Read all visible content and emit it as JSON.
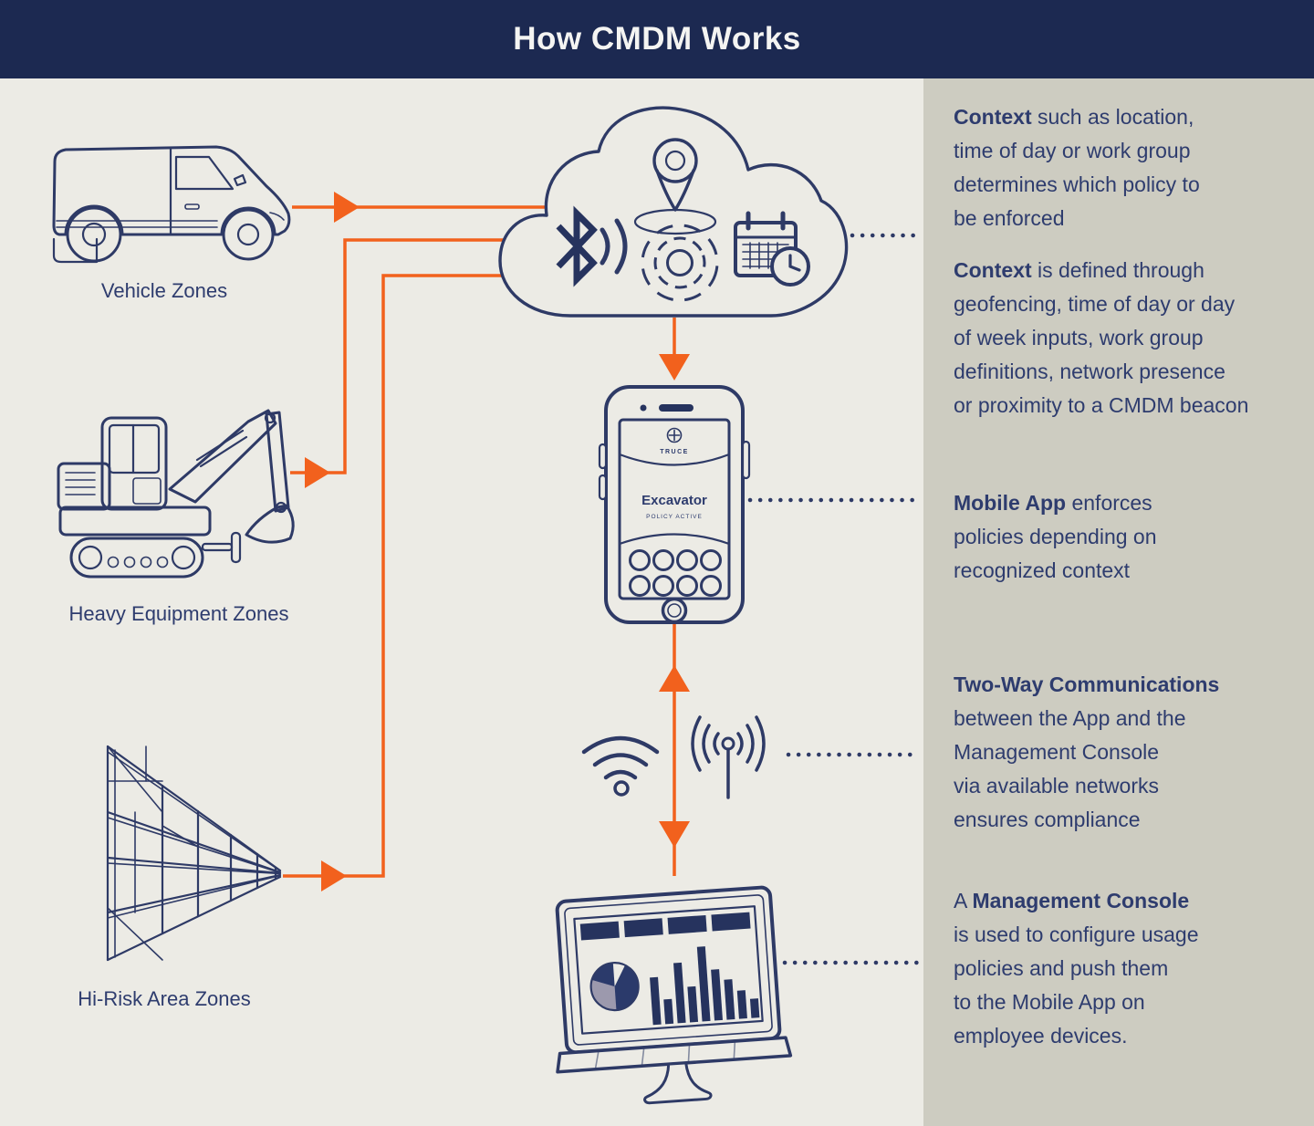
{
  "header": {
    "title": "How CMDM Works"
  },
  "zones": [
    {
      "label": "Vehicle Zones"
    },
    {
      "label": "Heavy Equipment Zones"
    },
    {
      "label": "Hi-Risk Area Zones"
    }
  ],
  "cloud": {
    "icons": [
      "location-pin",
      "bluetooth-beacon",
      "proximity-beacon",
      "calendar-clock"
    ]
  },
  "phone": {
    "brand": "TRUCE",
    "screen_title": "Excavator",
    "screen_status": "POLICY ACTIVE"
  },
  "network_icons": [
    "wifi",
    "cell-antenna"
  ],
  "panel": {
    "blocks": [
      {
        "prefix": "",
        "bold": "Context",
        "rest": " such as location,\ntime of day or work group\ndetermines which policy to\nbe enforced"
      },
      {
        "prefix": "",
        "bold": "Context",
        "rest": " is defined through\ngeofencing, time of day or day\nof week inputs, work group\ndefinitions, network presence\nor proximity to a CMDM beacon"
      },
      {
        "prefix": "",
        "bold": "Mobile App",
        "rest": " enforces\npolicies depending on\nrecognized context"
      },
      {
        "prefix": "",
        "bold": "Two-Way Communications",
        "rest": "\nbetween the App and the\nManagement Console\nvia available networks\nensures compliance"
      },
      {
        "prefix": "A ",
        "bold": "Management Console",
        "rest": "\nis used to configure usage\npolicies and push them\nto the Mobile App on\nemployee devices."
      }
    ]
  },
  "colors": {
    "header_navy": "#1c2951",
    "line_navy": "#2e3a66",
    "text_navy": "#2e3c6e",
    "orange": "#f2611d",
    "background": "#ecebe5",
    "panel": "#cdccc1"
  }
}
